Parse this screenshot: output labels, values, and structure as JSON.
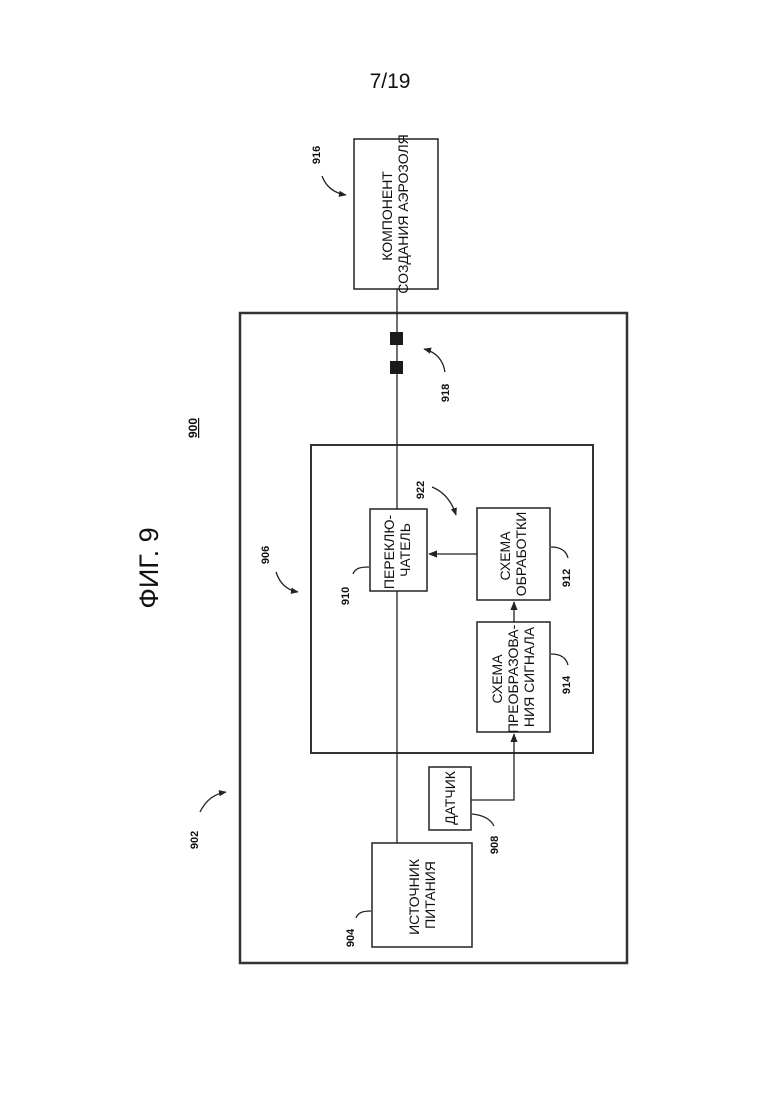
{
  "page_number": "7/19",
  "figure": {
    "title": "ФИГ. 9",
    "number": "900"
  },
  "refs": {
    "device": "902",
    "power_source": "904",
    "control_unit": "906",
    "sensor": "908",
    "switch": "910",
    "processing": "912",
    "signal_conditioning": "914",
    "aerosol_component": "916",
    "connector": "918",
    "feedback_path": "922"
  },
  "blocks": {
    "power_source": [
      "ИСТОЧНИК",
      "ПИТАНИЯ"
    ],
    "sensor": [
      "ДАТЧИК"
    ],
    "signal_conditioning": [
      "СХЕМА",
      "ПРЕОБРАЗОВА-",
      "НИЯ СИГНАЛА"
    ],
    "processing": [
      "СХЕМА",
      "ОБРАБОТКИ"
    ],
    "switch": [
      "ПЕРЕКЛЮ-",
      "ЧАТЕЛЬ"
    ],
    "aerosol_component": [
      "КОМПОНЕНТ",
      "СОЗДАНИЯ АЭРОЗОЛЯ"
    ]
  },
  "colors": {
    "line": "#222222",
    "outer_frame": "#333333",
    "connector_fill": "#1a1a1a"
  }
}
